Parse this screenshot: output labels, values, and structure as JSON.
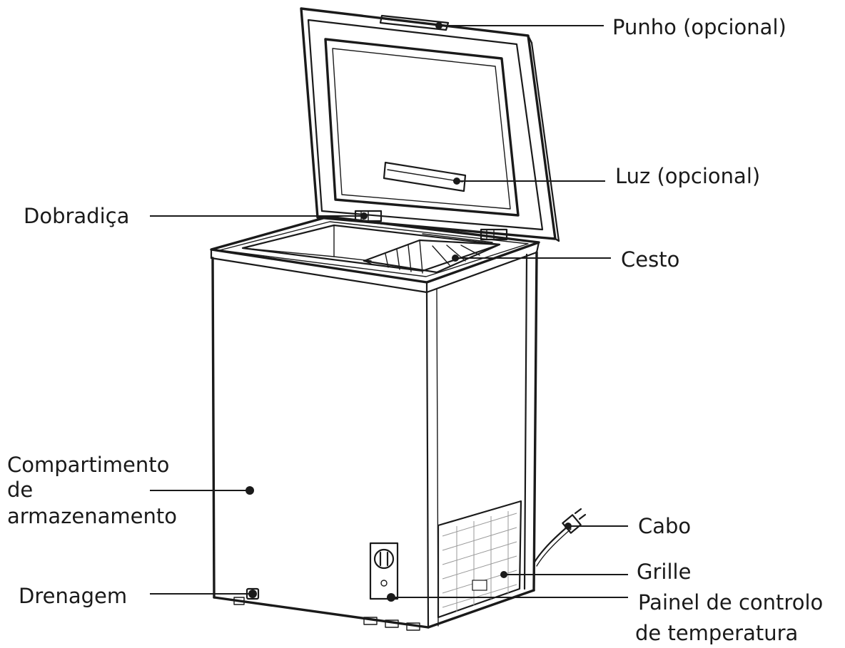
{
  "diagram": {
    "callouts": {
      "handle": "Punho (opcional)",
      "light": "Luz (opcional)",
      "hinge": "Dobradiça",
      "basket": "Cesto",
      "storage": [
        "Compartimento",
        "de",
        "armazenamento"
      ],
      "cable": "Cabo",
      "grille": "Grille",
      "drain": "Drenagem",
      "control_panel": [
        "Painel de controlo",
        "de temperatura"
      ]
    }
  }
}
